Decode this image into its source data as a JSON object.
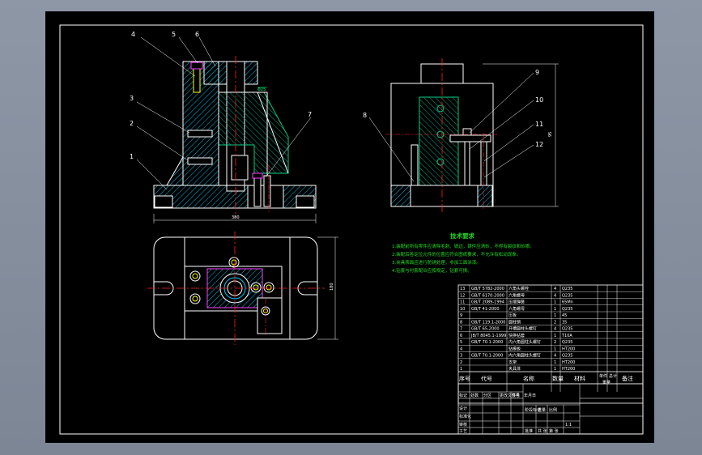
{
  "front_view": {
    "part_labels": [
      "1",
      "2",
      "3",
      "4",
      "5",
      "6",
      "7"
    ],
    "dim_width": "380",
    "dim_hole": "Φ25"
  },
  "side_view": {
    "part_labels": [
      "8",
      "9",
      "10",
      "11",
      "12"
    ],
    "dim_height": "95"
  },
  "top_view": {
    "dim_height": "180"
  },
  "tech_requirements": {
    "title": "技术要求",
    "lines": [
      "1.装配前所有零件应清除毛刺、锐边，铸件应清砂，不得有裂纹和砂眼。",
      "2.装配后各定位元件的位置应符合图纸要求，不允许有松动现象。",
      "3.夹具表面应进行防锈处理，非加工面涂漆。",
      "4.钻套与衬套配合应按规定，钻套可换。"
    ]
  },
  "bom": {
    "rows": [
      {
        "no": "13",
        "code": "GB/T 5782-2000",
        "name": "六角头螺栓",
        "qty": "4",
        "material": "Q235",
        "remark": ""
      },
      {
        "no": "12",
        "code": "GB/T 6170-2000",
        "name": "六角螺母",
        "qty": "4",
        "material": "Q235",
        "remark": ""
      },
      {
        "no": "11",
        "code": "GB/T 2089-1994",
        "name": "压缩弹簧",
        "qty": "1",
        "material": "65Mn",
        "remark": ""
      },
      {
        "no": "10",
        "code": "GB/T 41-2000",
        "name": "六角螺母",
        "qty": "1",
        "material": "Q235",
        "remark": ""
      },
      {
        "no": "9",
        "code": "",
        "name": "压板",
        "qty": "1",
        "material": "45",
        "remark": ""
      },
      {
        "no": "8",
        "code": "GB/T 119.1-2000",
        "name": "圆柱销",
        "qty": "2",
        "material": "35",
        "remark": ""
      },
      {
        "no": "7",
        "code": "GB/T 65-2000",
        "name": "开槽圆柱头螺钉",
        "qty": "4",
        "material": "Q235",
        "remark": ""
      },
      {
        "no": "6",
        "code": "JB/T 8045.1-1999",
        "name": "快换钻套",
        "qty": "1",
        "material": "T10A",
        "remark": ""
      },
      {
        "no": "5",
        "code": "GB/T 70.1-2000",
        "name": "内六角圆柱头螺钉",
        "qty": "2",
        "material": "Q235",
        "remark": ""
      },
      {
        "no": "4",
        "code": "",
        "name": "钻模板",
        "qty": "1",
        "material": "HT200",
        "remark": ""
      },
      {
        "no": "3",
        "code": "GB/T 70.1-2000",
        "name": "内六角圆柱头螺钉",
        "qty": "4",
        "material": "Q235",
        "remark": ""
      },
      {
        "no": "2",
        "code": "",
        "name": "支架",
        "qty": "1",
        "material": "HT200",
        "remark": ""
      },
      {
        "no": "1",
        "code": "",
        "name": "夹具体",
        "qty": "1",
        "material": "HT200",
        "remark": ""
      }
    ],
    "headers": {
      "no": "序号",
      "code": "代号",
      "name": "名称",
      "qty": "数量",
      "material": "材料",
      "unit_weight": "单件",
      "total_weight": "总计",
      "weight": "重量",
      "remark": "备注"
    }
  },
  "title_block": {
    "cells": [
      "标记",
      "处数",
      "分区",
      "更改文件号",
      "签名",
      "年月日",
      "设计",
      "标准化",
      "阶段标记",
      "重量",
      "比例",
      "审核",
      "工艺",
      "批准",
      "共 张",
      "第 张",
      "1:1"
    ]
  },
  "colors": {
    "sheet": "#000000",
    "outline": "#ffffff",
    "hatch": "#00ccff",
    "center": "#ff2020",
    "note": "#22dd22",
    "bolt": "#ffff00",
    "pink": "#ff40ff"
  }
}
